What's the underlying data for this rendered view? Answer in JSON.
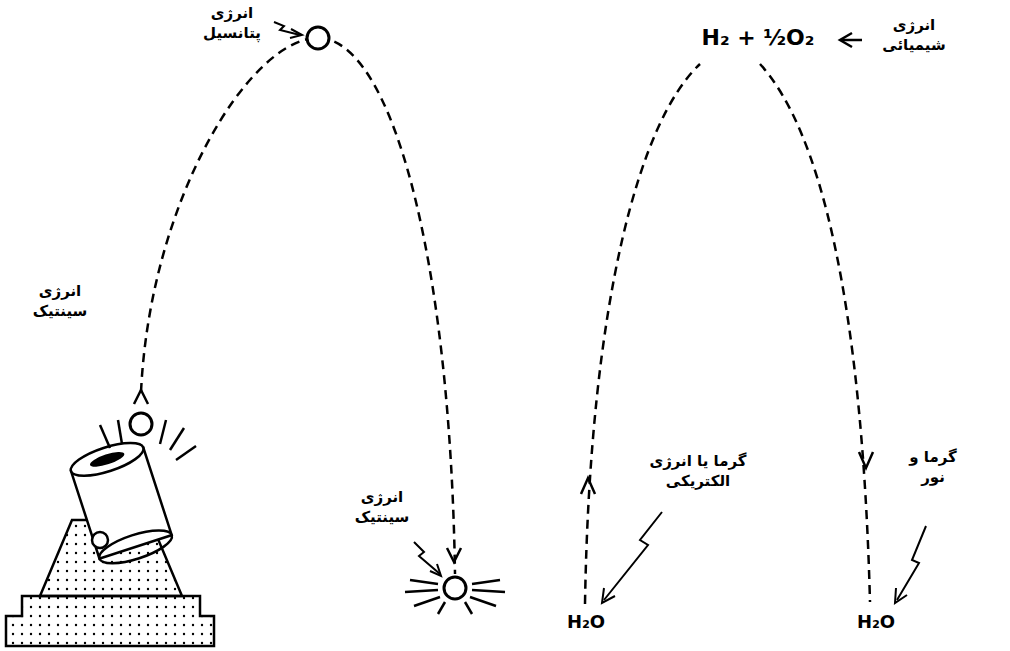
{
  "diagram": {
    "labels": [
      "انرژی پتانسیل",
      "انرژی شیمیائی",
      "H₂ + ½O₂",
      "انرژی سینتیک",
      "انرژی سینتیک",
      "گرما یا انرژی الکتریکی",
      "گرما و نور",
      "H₂O",
      "H₂O"
    ]
  }
}
